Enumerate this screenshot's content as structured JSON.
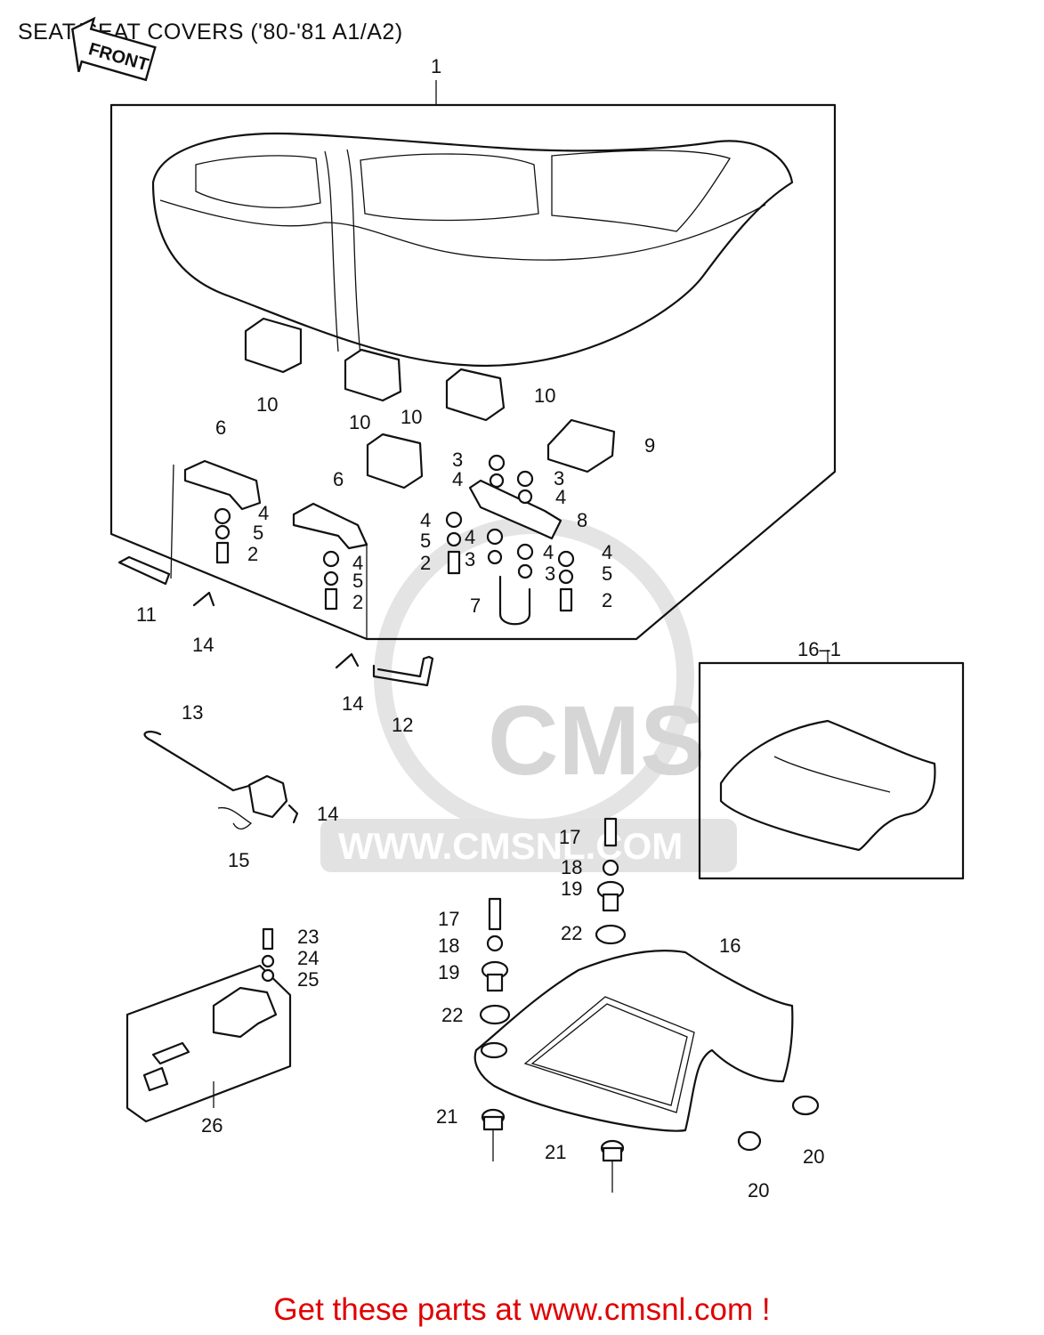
{
  "title": "SEAT/SEAT COVERS ('80-'81 A1/A2)",
  "front_arrow_label": "FRONT",
  "footer": "Get these parts at www.cmsnl.com !",
  "watermark": {
    "logo": "CMS",
    "url": "WWW.CMSNL.COM"
  },
  "callouts": [
    {
      "id": "c-1",
      "text": "1"
    },
    {
      "id": "c-10a",
      "text": "10"
    },
    {
      "id": "c-10b",
      "text": "10"
    },
    {
      "id": "c-10c",
      "text": "10"
    },
    {
      "id": "c-10d",
      "text": "10"
    },
    {
      "id": "c-9",
      "text": "9"
    },
    {
      "id": "c-6a",
      "text": "6"
    },
    {
      "id": "c-6b",
      "text": "6"
    },
    {
      "id": "c-3a",
      "text": "3"
    },
    {
      "id": "c-4a",
      "text": "4"
    },
    {
      "id": "c-3b",
      "text": "3"
    },
    {
      "id": "c-4b",
      "text": "4"
    },
    {
      "id": "c-4c",
      "text": "4"
    },
    {
      "id": "c-8",
      "text": "8"
    },
    {
      "id": "c-5a",
      "text": "5"
    },
    {
      "id": "c-4d",
      "text": "4"
    },
    {
      "id": "c-4e",
      "text": "4"
    },
    {
      "id": "c-2a",
      "text": "2"
    },
    {
      "id": "c-3c",
      "text": "3"
    },
    {
      "id": "c-3d",
      "text": "3"
    },
    {
      "id": "c-4f",
      "text": "4"
    },
    {
      "id": "c-5b",
      "text": "5"
    },
    {
      "id": "c-2b",
      "text": "2"
    },
    {
      "id": "c-7",
      "text": "7"
    },
    {
      "id": "c-4g",
      "text": "4"
    },
    {
      "id": "c-5c",
      "text": "5"
    },
    {
      "id": "c-2c",
      "text": "2"
    },
    {
      "id": "c-4h",
      "text": "4"
    },
    {
      "id": "c-5d",
      "text": "5"
    },
    {
      "id": "c-2d",
      "text": "2"
    },
    {
      "id": "c-11",
      "text": "11"
    },
    {
      "id": "c-14a",
      "text": "14"
    },
    {
      "id": "c-14b",
      "text": "14"
    },
    {
      "id": "c-12",
      "text": "12"
    },
    {
      "id": "c-13",
      "text": "13"
    },
    {
      "id": "c-14c",
      "text": "14"
    },
    {
      "id": "c-15",
      "text": "15"
    },
    {
      "id": "c-16-1",
      "text": "16–1"
    },
    {
      "id": "c-17a",
      "text": "17"
    },
    {
      "id": "c-18a",
      "text": "18"
    },
    {
      "id": "c-19a",
      "text": "19"
    },
    {
      "id": "c-22a",
      "text": "22"
    },
    {
      "id": "c-17b",
      "text": "17"
    },
    {
      "id": "c-18b",
      "text": "18"
    },
    {
      "id": "c-19b",
      "text": "19"
    },
    {
      "id": "c-22b",
      "text": "22"
    },
    {
      "id": "c-16",
      "text": "16"
    },
    {
      "id": "c-21a",
      "text": "21"
    },
    {
      "id": "c-21b",
      "text": "21"
    },
    {
      "id": "c-20a",
      "text": "20"
    },
    {
      "id": "c-20b",
      "text": "20"
    },
    {
      "id": "c-23",
      "text": "23"
    },
    {
      "id": "c-24",
      "text": "24"
    },
    {
      "id": "c-25",
      "text": "25"
    },
    {
      "id": "c-26",
      "text": "26"
    }
  ]
}
